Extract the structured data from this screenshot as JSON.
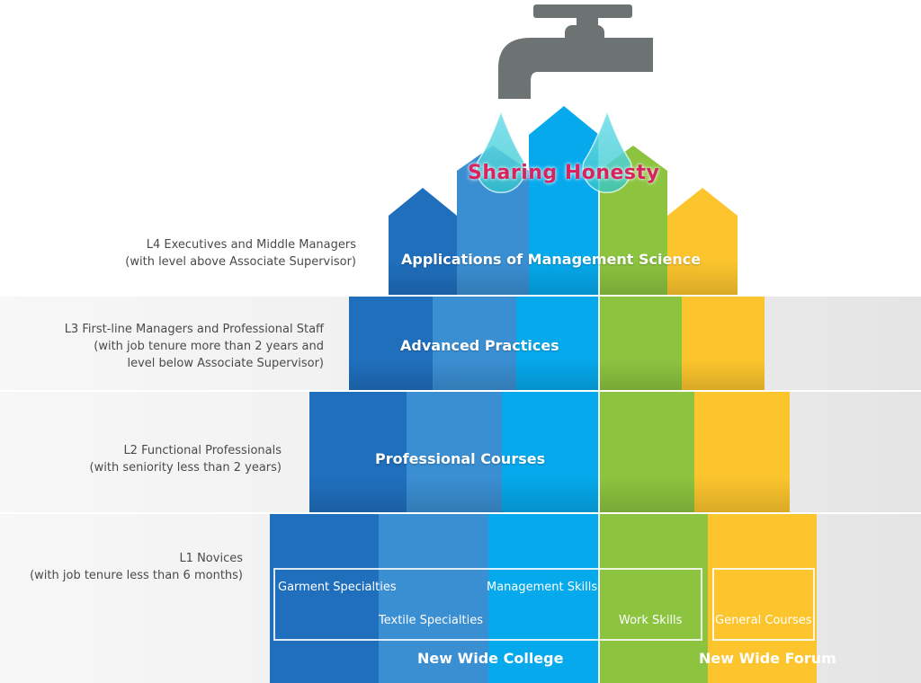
{
  "title": "Sharing Honesty",
  "levels": [
    {
      "title": "L4  Executives and Middle Managers",
      "lines": [
        "(with level above Associate Supervisor)"
      ],
      "content": "Applications of Management Science"
    },
    {
      "title": "L3 First-line Managers and Professional Staff",
      "lines": [
        "(with job tenure more than 2 years and",
        "level below Associate Supervisor)"
      ],
      "content": "Advanced Practices"
    },
    {
      "title": "L2 Functional Professionals",
      "lines": [
        "(with seniority less than 2 years)"
      ],
      "content": "Professional Courses"
    },
    {
      "title": "L1 Novices",
      "lines": [
        "(with job tenure less than 6 months)"
      ],
      "content": ""
    }
  ],
  "l1_items": {
    "garment": "Garment Specialties",
    "management": "Management Skills",
    "textile": "Textile Specialties",
    "work": "Work Skills",
    "general": "General Courses"
  },
  "brands": {
    "college": "New Wide College",
    "forum": "New Wide Forum"
  },
  "colors": {
    "blue_dark": "#1f6fbd",
    "blue_mid": "#3a8fd3",
    "cyan": "#05a9ec",
    "green": "#8cc43f",
    "yellow": "#fcc52d",
    "faucet": "#6d7373",
    "title": "#d7245f"
  },
  "icons": [
    "faucet-icon",
    "water-drop-icon"
  ]
}
